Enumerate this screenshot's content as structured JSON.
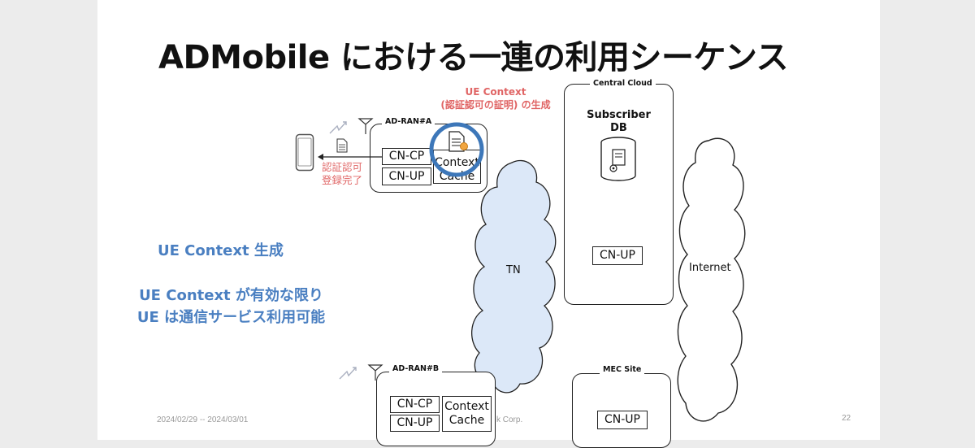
{
  "slide": {
    "title": "ADMobile における一連の利用シーケンス",
    "page_number": "22",
    "footer_date": "2024/02/29 -- 2024/03/01",
    "footer_company_fragment": "k Corp."
  },
  "callout": {
    "line1": "UE Context",
    "line2": "(認証認可の証明) の生成"
  },
  "ue_status": {
    "line1": "認証認可",
    "line2": "登録完了"
  },
  "ad_ran_a": {
    "label": "AD-RAN#A",
    "cn_cp": "CN-CP",
    "cn_up": "CN-UP",
    "context_cache_line1": "Context",
    "context_cache_line2": "Cache"
  },
  "ad_ran_b": {
    "label": "AD-RAN#B",
    "cn_cp": "CN-CP",
    "cn_up": "CN-UP",
    "context_cache_line1": "Context",
    "context_cache_line2": "Cache"
  },
  "central_cloud": {
    "label": "Central Cloud",
    "subscriber_db_line1": "Subscriber",
    "subscriber_db_line2": "DB",
    "cn_up": "CN-UP"
  },
  "mec_site": {
    "label": "MEC Site",
    "cn_up": "CN-UP"
  },
  "tn_label": "TN",
  "internet_label": "Internet",
  "notes": {
    "heading": "UE Context 生成",
    "line1": "UE Context が有効な限り",
    "line2": "UE は通信サービス利用可能"
  },
  "colors": {
    "accent_red": "#e06565",
    "accent_blue": "#4a7fc1",
    "highlight_ring": "#3d77b9",
    "tn_cloud_fill": "#dce8f8"
  }
}
